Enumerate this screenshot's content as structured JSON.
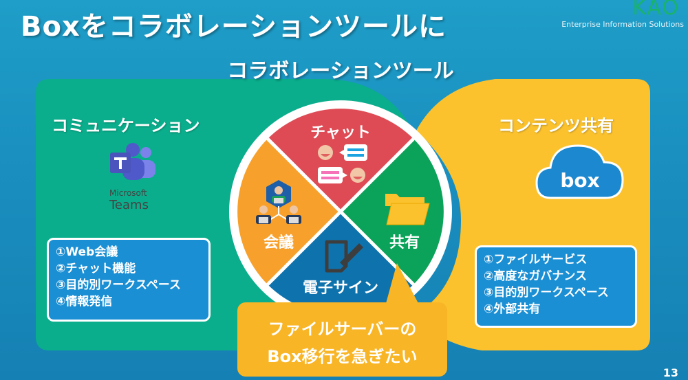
{
  "header": {
    "title": "Boxをコラボレーションツールに",
    "subtitle": "コラボレーションツール",
    "logo_text": "KAO",
    "logo_sub": "Enterprise Information Solutions"
  },
  "left_panel": {
    "heading": "コミュニケーション",
    "logo": {
      "icon": "microsoft-teams-logo",
      "line1": "Microsoft",
      "line2": "Teams"
    },
    "items": [
      "①Web会議",
      "②チャット機能",
      "③目的別ワークスペース",
      "④情報発信"
    ]
  },
  "right_panel": {
    "heading": "コンテンツ共有",
    "logo": {
      "icon": "box-cloud-logo",
      "text": "box"
    },
    "items": [
      "①ファイルサービス",
      "②高度なガバナンス",
      "③目的別ワークスペース",
      "④外部共有"
    ]
  },
  "wheel": {
    "segments": [
      {
        "label": "チャット",
        "icon": "chat-bubbles-icon",
        "color": "#de4b55"
      },
      {
        "label": "共有",
        "icon": "folder-icon",
        "color": "#0ba35a"
      },
      {
        "label": "電子サイン",
        "icon": "pen-sign-icon",
        "color": "#0e72ad"
      },
      {
        "label": "会議",
        "icon": "meeting-people-icon",
        "color": "#f7a02b"
      }
    ]
  },
  "callout": {
    "line1": "ファイルサーバーの",
    "line2": "Box移行を急ぎたい",
    "color": "#f8b526"
  },
  "colors": {
    "left_panel": "#0aae8c",
    "right_panel": "#fbc22e",
    "background": "#1a90c0"
  },
  "page_number": "13"
}
